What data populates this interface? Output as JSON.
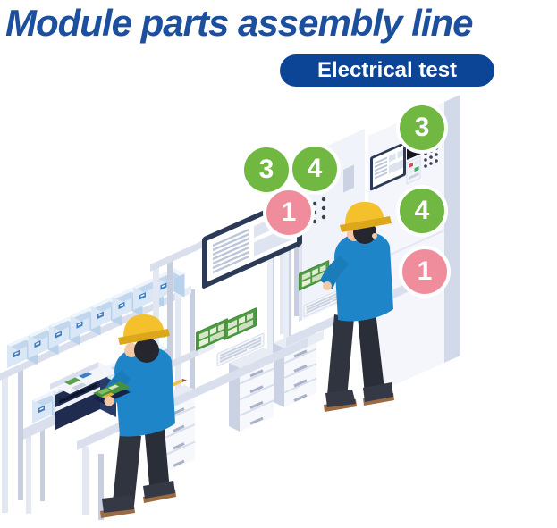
{
  "title": {
    "text": "Module parts assembly line",
    "color": "#1c4f9e"
  },
  "stage_badge": {
    "label": "Electrical test",
    "bg_color": "#0c4496",
    "text_color": "#ffffff"
  },
  "step_badges": {
    "green_color": "#71b843",
    "pink_color": "#f08d9c",
    "ring_color": "#ffffff",
    "monitor_station": [
      {
        "value": "3",
        "color_key": "green"
      },
      {
        "value": "4",
        "color_key": "green"
      },
      {
        "value": "1",
        "color_key": "pink"
      }
    ],
    "test_cabinet_station": [
      {
        "value": "3",
        "color_key": "green"
      },
      {
        "value": "4",
        "color_key": "green"
      },
      {
        "value": "1",
        "color_key": "pink"
      }
    ]
  },
  "scene": {
    "style": "isometric-illustration",
    "objects": [
      "parts-bin-rack",
      "label-printer",
      "workbench",
      "monitor-station",
      "assembly-desk",
      "keyboard",
      "circuit-boards",
      "electrical-test-cabinet",
      "worker-left",
      "worker-right"
    ]
  }
}
